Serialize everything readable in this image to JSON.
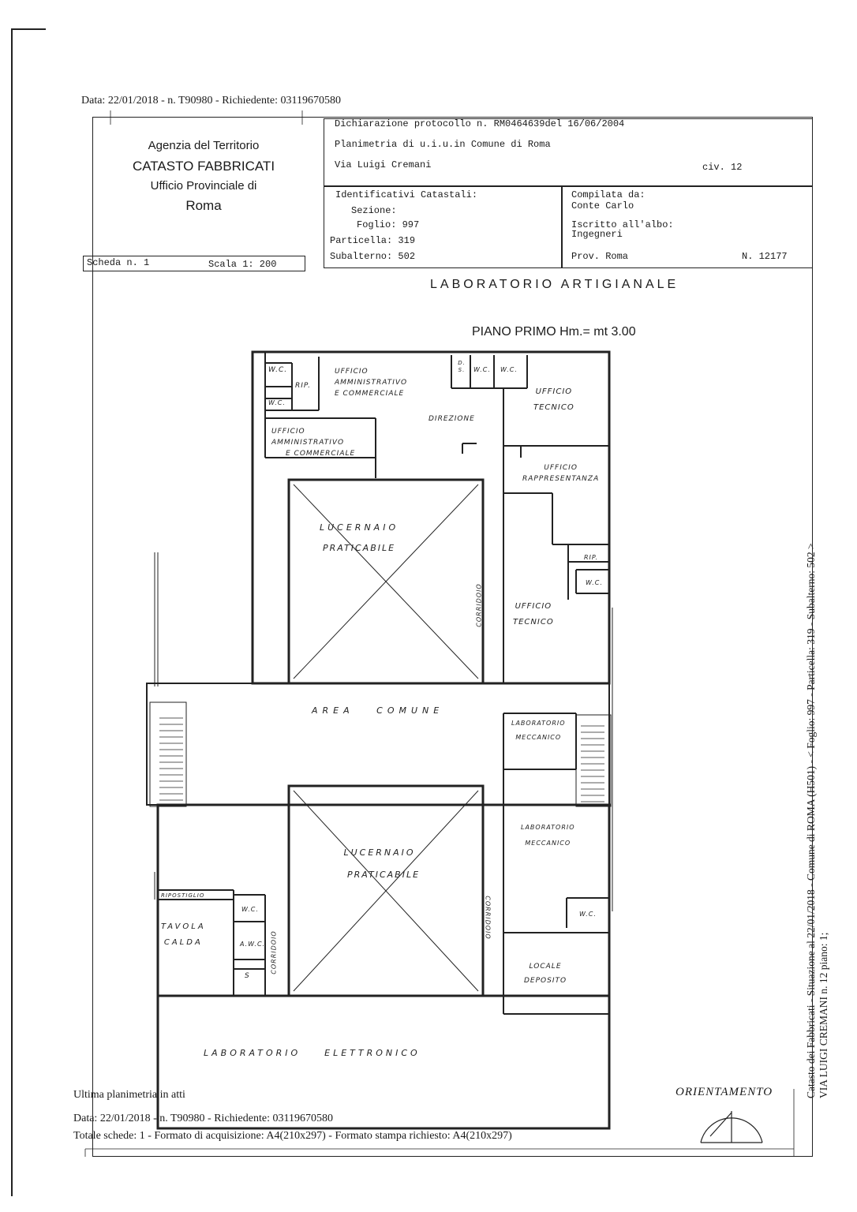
{
  "top_header": "Data: 22/01/2018 - n. T90980 - Richiedente: 03119670580",
  "agency": {
    "line1": "Agenzia del Territorio",
    "line2": "CATASTO FABBRICATI",
    "line3": "Ufficio Provinciale di",
    "line4": "Roma"
  },
  "declaration": {
    "protocol": "Dichiarazione protocollo n. RM0464639del  16/06/2004",
    "planimetry": "Planimetria di u.i.u.in Comune di Roma",
    "street": "Via Luigi Cremani",
    "civ": "civ. 12"
  },
  "identifiers": {
    "title": "Identificativi Catastali:",
    "sezione": "Sezione:",
    "foglio": "Foglio: 997",
    "particella": "Particella: 319",
    "subalterno": "Subalterno: 502"
  },
  "compiler": {
    "compilata": "Compilata da:",
    "name": "Conte Carlo",
    "iscritto": "Iscritto all'albo:",
    "albo": "Ingegneri",
    "prov": "Prov. Roma",
    "number": "N. 12177"
  },
  "scheda": {
    "number": "Scheda n. 1",
    "scale": "Scala 1: 200"
  },
  "plan_title": "LABORATORIO ARTIGIANALE",
  "floor": "PIANO PRIMO  Hm.= mt 3.00",
  "rooms": {
    "wc1": "W.C.",
    "rip1": "RIP.",
    "wc2": "W.C.",
    "uff_amm_1a": "UFFICIO",
    "uff_amm_1b": "AMMINISTRATIVO",
    "uff_amm_1c": "E COMMERCIALE",
    "ds": "D. S.",
    "wc3": "W.C.",
    "wc4": "W.C.",
    "uff_tec_1a": "UFFICIO",
    "uff_tec_1b": "TECNICO",
    "direzione": "DIREZIONE",
    "uff_amm_2a": "UFFICIO",
    "uff_amm_2b": "AMMINISTRATIVO",
    "uff_amm_2c": "E COMMERCIALE",
    "uff_rapp_a": "UFFICIO",
    "uff_rapp_b": "RAPPRESENTANZA",
    "lucernaio1a": "LUCERNAIO",
    "lucernaio1b": "PRATICABILE",
    "rip2": "RIP.",
    "wc5": "W.C.",
    "corridoio1": "CORRIDOIO",
    "uff_tec_2a": "UFFICIO",
    "uff_tec_2b": "TECNICO",
    "area_comune": "AREA   COMUNE",
    "lab_mecc_1a": "LABORATORIO",
    "lab_mecc_1b": "MECCANICO",
    "lab_mecc_2a": "LABORATORIO",
    "lab_mecc_2b": "MECCANICO",
    "lucernaio2a": "LUCERNAIO",
    "lucernaio2b": "PRATICABILE",
    "ripostiglio": "RIPOSTIGLIO",
    "wc6": "W.C.",
    "tavola_a": "TAVOLA",
    "tavola_b": "CALDA",
    "awc": "A.W.C.",
    "s": "S",
    "corridoio2": "CORRIDOIO",
    "corridoio3": "CORRIDOIO",
    "wc7": "W.C.",
    "locale_a": "LOCALE",
    "locale_b": "DEPOSITO",
    "lab_elettronico": "LABORATORIO    ELETTRONICO"
  },
  "orientamento": "ORIENTAMENTO",
  "footer": {
    "ultima": "Ultima planimetria in atti",
    "data": "Data: 22/01/2018 - n. T90980 - Richiedente: 03119670580",
    "totale": "Totale schede: 1 - Formato di acquisizione: A4(210x297)  - Formato stampa richiesto: A4(210x297)"
  },
  "side_text": {
    "line1": "Catasto dei Fabbricati - Situazione al 22/01/2018 - Comune di ROMA (H501) - < Foglio: 997 - Particella: 319 - Subalterno: 502 >",
    "line2": "VIA LUIGI CREMANI n. 12 piano: 1;"
  }
}
